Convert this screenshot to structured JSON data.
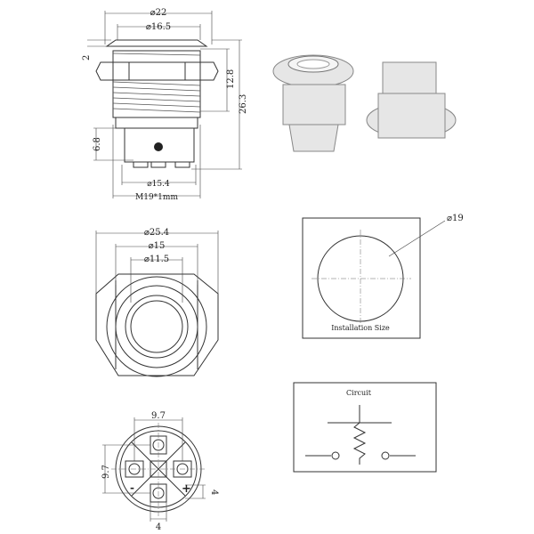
{
  "side_view": {
    "dia_head": "⌀22",
    "dia_ring": "⌀16.5",
    "head_height": "2",
    "thread_length": "12.8",
    "total_length": "26.3",
    "terminal_length": "6.8",
    "dia_base": "⌀15.4",
    "thread_spec": "M19*1mm"
  },
  "front_view": {
    "dia_nut": "⌀25.4",
    "dia_bezel": "⌀15",
    "dia_button": "⌀11.5"
  },
  "installation": {
    "hole_dia": "⌀19",
    "label": "Installation Size"
  },
  "circuit": {
    "label": "Circuit"
  },
  "bottom_view": {
    "pitch_h": "9.7",
    "pitch_v": "9.7",
    "pin_w": "4",
    "pin_h": "4",
    "minus": "-",
    "plus": "+"
  }
}
